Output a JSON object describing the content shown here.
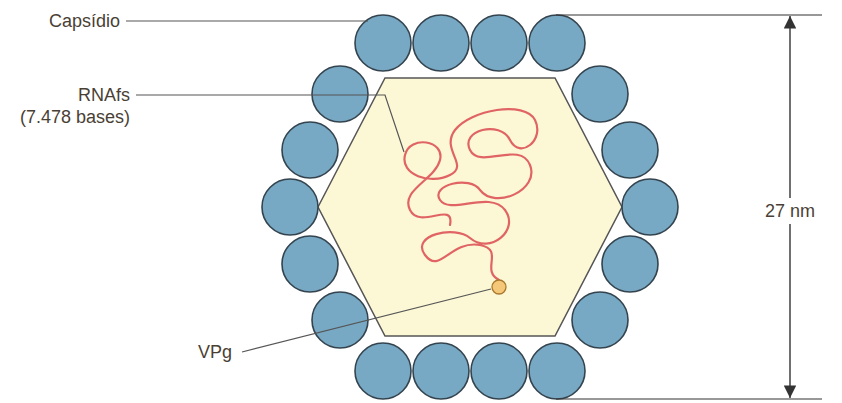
{
  "diagram": {
    "labels": [
      "Capsídio",
      "RNAfs (7.478 bases)",
      "VPg",
      "27 nm"
    ]
  }
}
